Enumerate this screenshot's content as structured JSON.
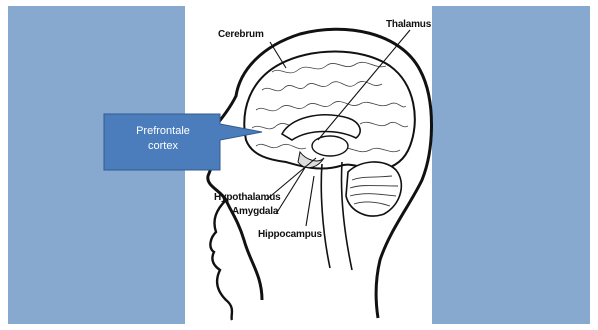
{
  "diagram": {
    "labels": {
      "cerebrum": "Cerebrum",
      "thalamus": "Thalamus",
      "hypothalamus": "Hypothalamus",
      "amygdala": "Amygdala",
      "hippocampus": "Hippocampus"
    },
    "callout": {
      "line1": "Prefrontale",
      "line2": "cortex"
    }
  },
  "colors": {
    "slide_background": "#87a8cf",
    "callout_fill": "#4b7dbd",
    "callout_border": "#2f5a8f",
    "ink": "#111111"
  }
}
